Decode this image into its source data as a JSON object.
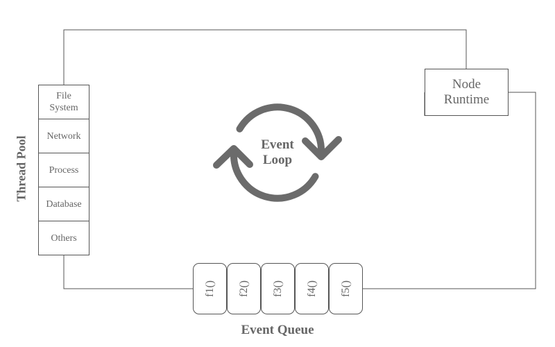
{
  "diagram": {
    "thread_pool": {
      "label": "Thread Pool",
      "items": [
        {
          "label": "File\nSystem"
        },
        {
          "label": "Network"
        },
        {
          "label": "Process"
        },
        {
          "label": "Database"
        },
        {
          "label": "Others"
        }
      ]
    },
    "runtime": {
      "label": "Node\nRuntime"
    },
    "event_loop": {
      "label": "Event\nLoop"
    },
    "event_queue": {
      "label": "Event Queue",
      "items": [
        {
          "label": "f1()"
        },
        {
          "label": "f2()"
        },
        {
          "label": "f3()"
        },
        {
          "label": "f4()"
        },
        {
          "label": "f5()"
        }
      ]
    },
    "colors": {
      "stroke": "#555555",
      "text": "#666666",
      "loop_arrows": "#6b6b6b"
    }
  }
}
